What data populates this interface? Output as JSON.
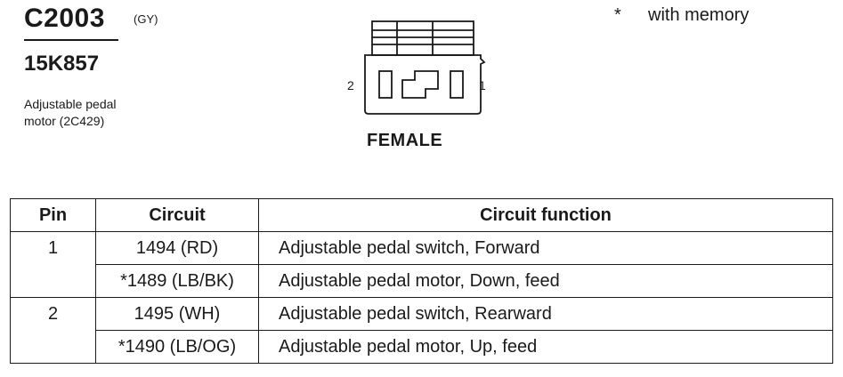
{
  "connector": {
    "id": "C2003",
    "color_code": "(GY)",
    "part_number": "15K857",
    "description_line1": "Adjustable pedal",
    "description_line2": "motor (2C429)",
    "view": "FEMALE",
    "pin_left": "2",
    "pin_right": "1"
  },
  "note": {
    "symbol": "*",
    "text": "with memory"
  },
  "table": {
    "headers": [
      "Pin",
      "Circuit",
      "Circuit function"
    ],
    "groups": [
      {
        "pin": "1",
        "rows": [
          {
            "circuit": "1494 (RD)",
            "function": "Adjustable pedal switch, Forward"
          },
          {
            "circuit": "*1489 (LB/BK)",
            "function": "Adjustable pedal motor, Down, feed"
          }
        ]
      },
      {
        "pin": "2",
        "rows": [
          {
            "circuit": "1495 (WH)",
            "function": "Adjustable pedal switch, Rearward"
          },
          {
            "circuit": "*1490 (LB/OG)",
            "function": "Adjustable pedal motor, Up, feed"
          }
        ]
      }
    ]
  }
}
